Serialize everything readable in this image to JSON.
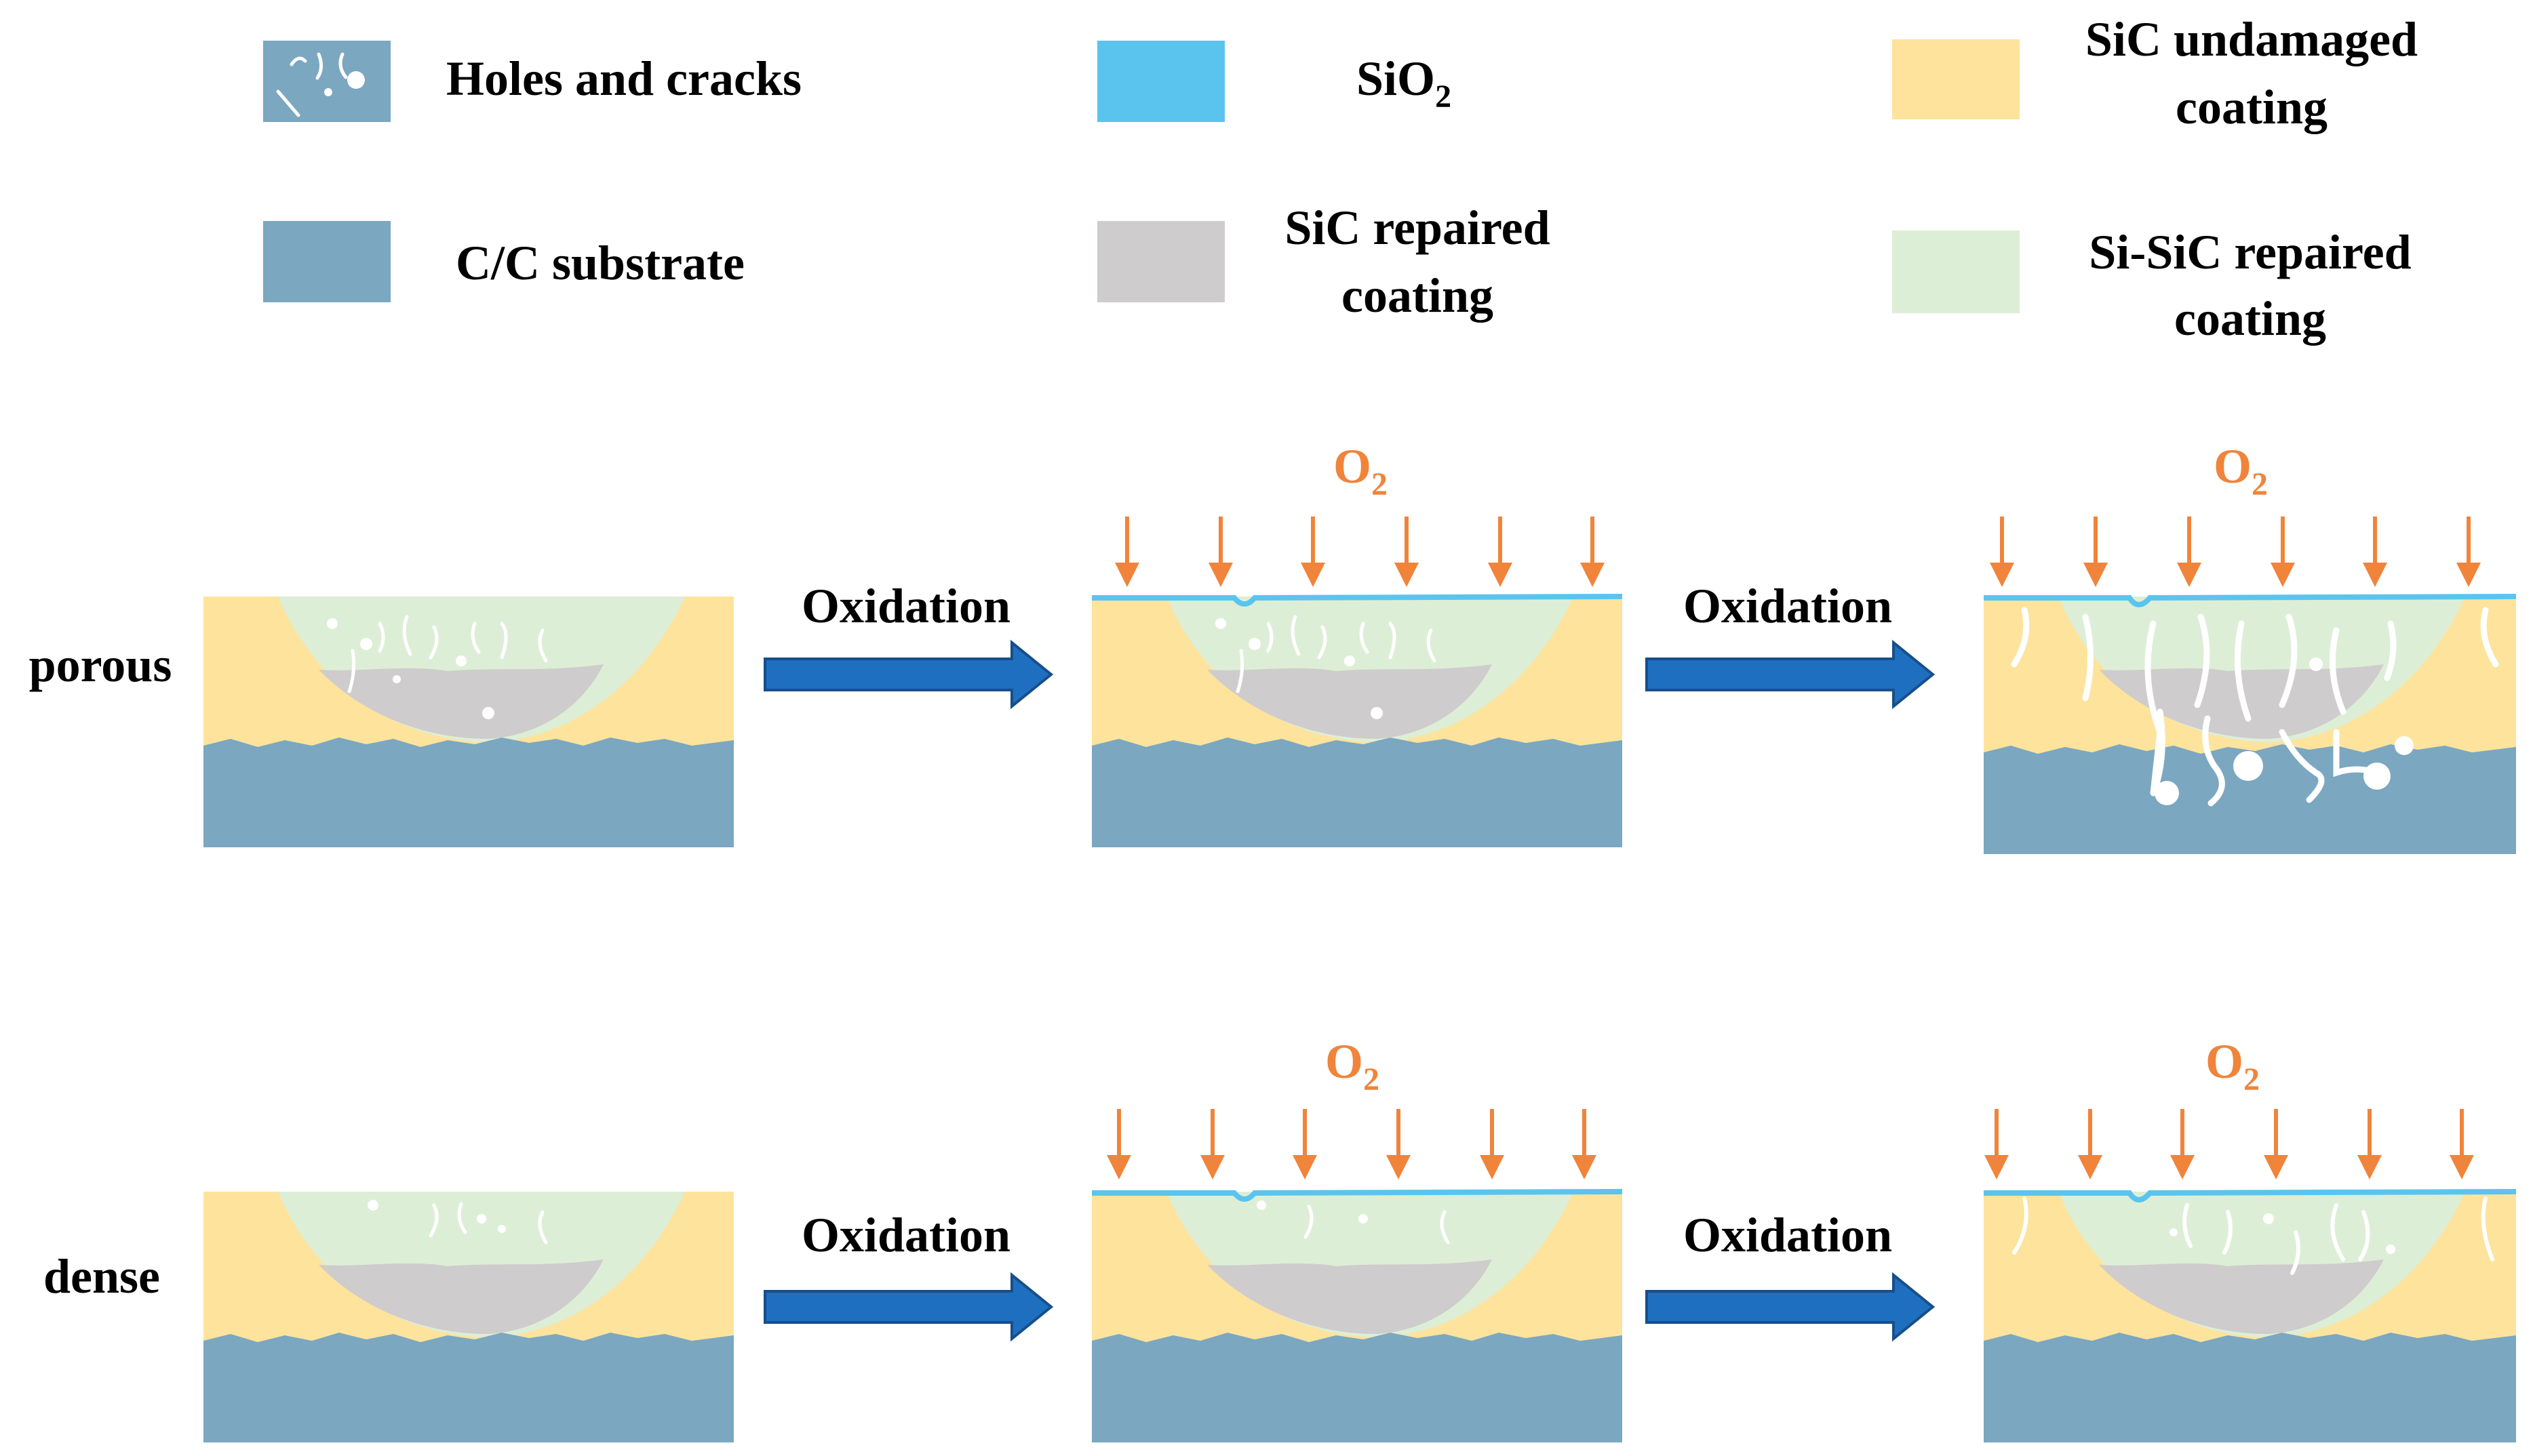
{
  "legend": {
    "items": [
      {
        "id": "holes",
        "line1": "Holes and cracks",
        "line2": ""
      },
      {
        "id": "sio2",
        "line1": "SiO",
        "sub": "2",
        "line2": ""
      },
      {
        "id": "sic-undamaged",
        "line1": "SiC undamaged",
        "line2": "coating"
      },
      {
        "id": "cc",
        "line1": "C/C substrate",
        "line2": ""
      },
      {
        "id": "sic-repaired",
        "line1": "SiC repaired",
        "line2": "coating"
      },
      {
        "id": "sisic-repaired",
        "line1": "Si-SiC repaired",
        "line2": "coating"
      }
    ]
  },
  "rows": [
    {
      "label": "porous",
      "arrow1": "Oxidation",
      "arrow2": "Oxidation",
      "gas1": "O",
      "gas1_sub": "2",
      "gas2": "O",
      "gas2_sub": "2"
    },
    {
      "label": "dense",
      "arrow1": "Oxidation",
      "arrow2": "Oxidation",
      "gas1": "O",
      "gas1_sub": "2",
      "gas2": "O",
      "gas2_sub": "2"
    }
  ],
  "colors": {
    "cc_substrate": "#7ba7c0",
    "sic_undamaged": "#fde39c",
    "sic_repaired": "#cfcccd",
    "sisic_repaired": "#ddeed6",
    "sio2": "#5bc4ee",
    "holes_swatch": "#7ba7c0",
    "arrow_fill": "#1f6fc1",
    "oxygen": "#f0843b",
    "text": "#000000"
  }
}
